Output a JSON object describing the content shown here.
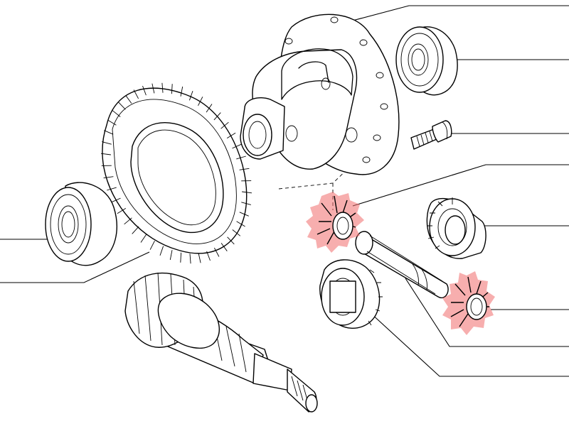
{
  "diagram": {
    "highlight_color": "#f06c6c",
    "line_color": "#000000",
    "background": "#ffffff"
  },
  "parts": [
    {
      "id": "differential-housing",
      "icon": "differential-carrier-icon",
      "highlighted": false
    },
    {
      "id": "right-bearing",
      "icon": "roller-bearing-icon",
      "highlighted": false
    },
    {
      "id": "bolt",
      "icon": "bolt-icon",
      "highlighted": false
    },
    {
      "id": "left-bearing",
      "icon": "roller-bearing-icon",
      "highlighted": false
    },
    {
      "id": "ring-gear",
      "icon": "crown-wheel-icon",
      "highlighted": false
    },
    {
      "id": "pinion-shaft",
      "icon": "pinion-gear-icon",
      "highlighted": false
    },
    {
      "id": "planet-gear-upper",
      "icon": "bevel-gear-icon",
      "highlighted": true
    },
    {
      "id": "planet-gear-lower",
      "icon": "bevel-gear-icon",
      "highlighted": true
    },
    {
      "id": "side-gear-right",
      "icon": "bevel-gear-icon",
      "highlighted": false
    },
    {
      "id": "side-gear-left",
      "icon": "bevel-gear-icon",
      "highlighted": false
    },
    {
      "id": "cross-pin",
      "icon": "pin-icon",
      "highlighted": false
    }
  ]
}
